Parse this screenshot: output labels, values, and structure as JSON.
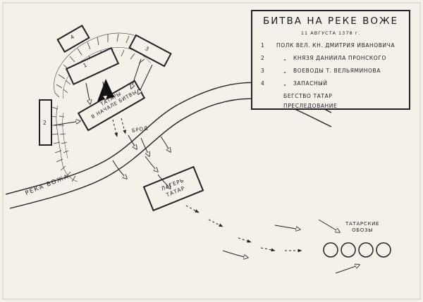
{
  "legend": {
    "title": "БИТВА НА РЕКЕ ВОЖЕ",
    "date": "11 АВГУСТА 1378 г.",
    "items": [
      {
        "num": "1",
        "text": "ПОЛК  ВЕЛ. КН. ДМИТРИЯ ИВАНОВИЧА"
      },
      {
        "num": "2",
        "ditto": "„",
        "text": "КНЯЗЯ ДАНИИЛА ПРОНСКОГО"
      },
      {
        "num": "3",
        "ditto": "„",
        "text": "ВОЕВОДЫ Т. ВЕЛЬЯМИНОВА"
      },
      {
        "num": "4",
        "ditto": "„",
        "text": "ЗАПАСНЫЙ"
      }
    ],
    "flight_label": "БЕГСТВО ТАТАР",
    "pursuit_label": "ПРЕСЛЕДОВАНИЕ"
  },
  "map": {
    "regiment_1": "1",
    "regiment_2": "2",
    "regiment_3": "3",
    "regiment_4": "4",
    "tatars_start_line1": "ТАТАРЫ",
    "tatars_start_line2": "В НАЧАЛЕ БИТВЫ",
    "ford": "БРОД",
    "river": "РЕКА ВОЖА",
    "camp_line1": "ЛАГЕРЬ",
    "camp_line2": "ТАТАР",
    "convoys_line1": "ТАТАРСКИЕ",
    "convoys_line2": "ОБОЗЫ"
  }
}
